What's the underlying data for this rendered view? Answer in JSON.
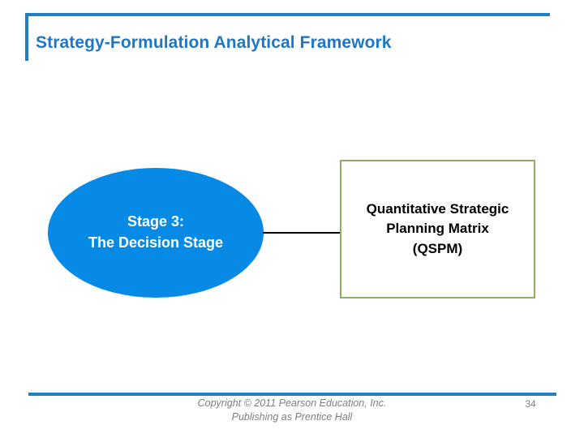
{
  "slide": {
    "title": "Strategy-Formulation Analytical Framework",
    "accent_color": "#2180C4",
    "title_color": "#1F77C4",
    "background_color": "#FFFFFF"
  },
  "diagram": {
    "type": "flow",
    "nodes": [
      {
        "id": "stage-3",
        "shape": "ellipse",
        "label": "Stage 3:\nThe Decision Stage",
        "fill_color": "#0789E6",
        "text_color": "#FFFFFF"
      },
      {
        "id": "qspm",
        "shape": "rectangle",
        "label": "Quantitative Strategic\nPlanning Matrix\n(QSPM)",
        "border_color": "#8FAD62",
        "fill_color": "#FFFFFF",
        "text_color": "#000000"
      }
    ],
    "connectors": [
      {
        "from": "stage-3",
        "to": "qspm",
        "style": "line",
        "color": "#000000"
      }
    ]
  },
  "footer": {
    "copyright": "Copyright © 2011 Pearson Education, Inc.\nPublishing as Prentice Hall",
    "page_number": "34",
    "text_color": "#7F7F7F"
  }
}
